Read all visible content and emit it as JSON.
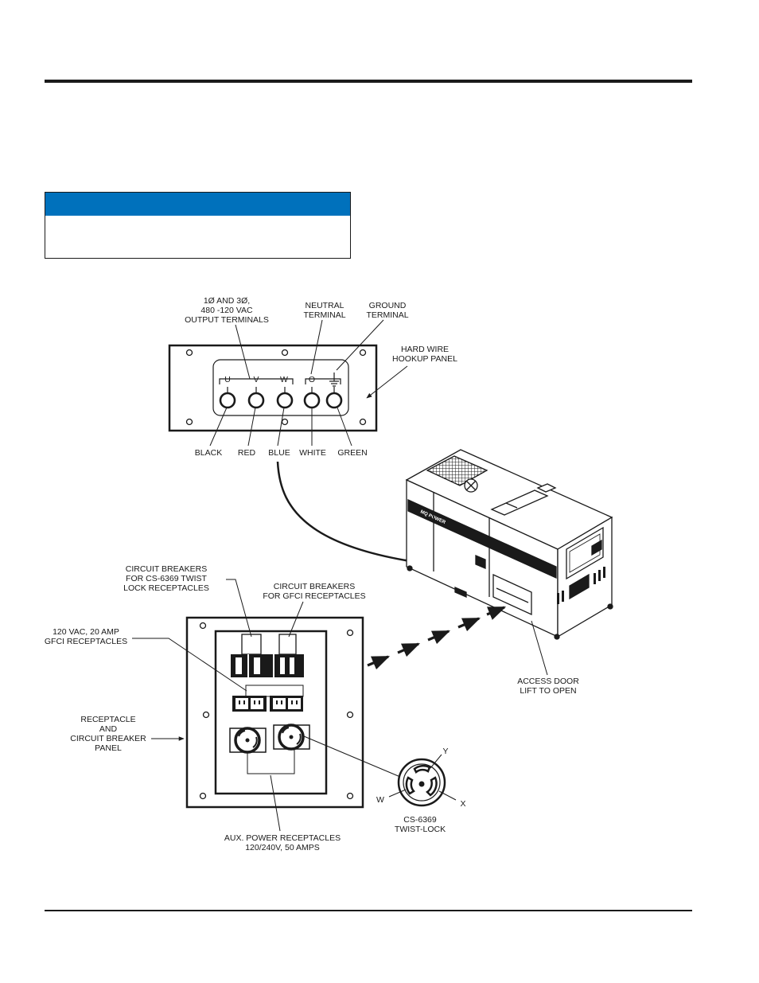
{
  "notice": {
    "header_color": "#0071bc",
    "header_text": "",
    "body_text": ""
  },
  "hookup_panel": {
    "output_terminals_label": [
      "1Ø AND 3Ø,",
      "480 -120 VAC",
      "OUTPUT TERMINALS"
    ],
    "neutral_label": [
      "NEUTRAL",
      "TERMINAL"
    ],
    "ground_label": [
      "GROUND",
      "TERMINAL"
    ],
    "panel_label": [
      "HARD WIRE",
      "HOOKUP PANEL"
    ],
    "terminal_letters": [
      "U",
      "V",
      "W",
      "O"
    ],
    "wire_colors": [
      "BLACK",
      "RED",
      "BLUE",
      "WHITE",
      "GREEN"
    ]
  },
  "generator": {
    "brand": "MQ POWER"
  },
  "receptacle_panel": {
    "breakers_twist_label": [
      "CIRCUIT BREAKERS",
      "FOR CS-6369 TWIST",
      "LOCK RECEPTACLES"
    ],
    "breakers_gfci_label": [
      "CIRCUIT BREAKERS",
      "FOR GFCI RECEPTACLES"
    ],
    "gfci_label": [
      "120 VAC, 20 AMP",
      "GFCI RECEPTACLES"
    ],
    "panel_label": [
      "RECEPTACLE",
      "AND",
      "CIRCUIT BREAKER",
      "PANEL"
    ],
    "aux_label": [
      "AUX. POWER RECEPTACLES",
      "120/240V, 50 AMPS"
    ],
    "access_door_label": [
      "ACCESS DOOR",
      "LIFT TO OPEN"
    ]
  },
  "twist_lock": {
    "pins": [
      "Y",
      "W",
      "X"
    ],
    "label": [
      "CS-6369",
      "TWIST-LOCK"
    ]
  }
}
